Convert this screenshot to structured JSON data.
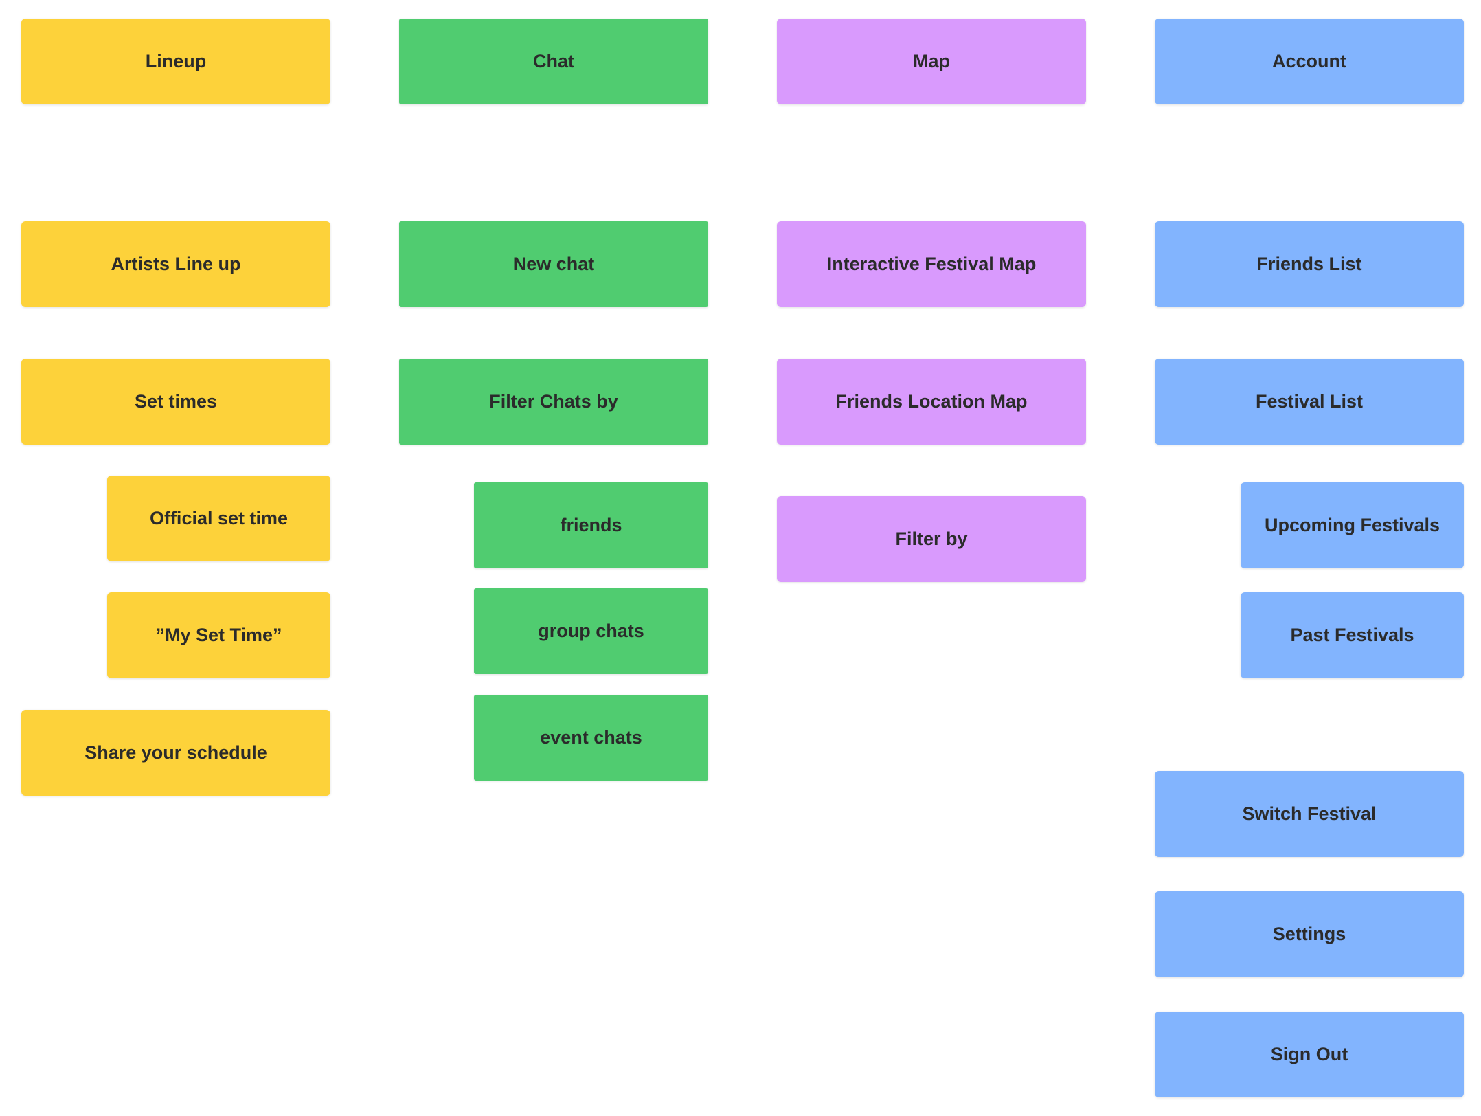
{
  "lineup": {
    "title": "Lineup",
    "items": [
      "Artists Line up",
      "Set times",
      "Official set time",
      "”My Set Time”",
      "Share your schedule"
    ]
  },
  "chat": {
    "title": "Chat",
    "items": [
      "New chat",
      "Filter Chats by",
      "friends",
      "group chats",
      "event chats"
    ]
  },
  "map": {
    "title": "Map",
    "items": [
      "Interactive Festival Map",
      "Friends Location Map",
      "Filter by"
    ]
  },
  "account": {
    "title": "Account",
    "items": [
      "Friends List",
      "Festival List",
      "Upcoming Festivals",
      "Past Festivals",
      "Switch Festival",
      "Settings",
      "Sign Out"
    ]
  },
  "colors": {
    "lineup": "#fdd23a",
    "chat": "#50cc70",
    "map": "#d99afd",
    "account": "#82b4fe",
    "text": "#2b2b2b"
  }
}
